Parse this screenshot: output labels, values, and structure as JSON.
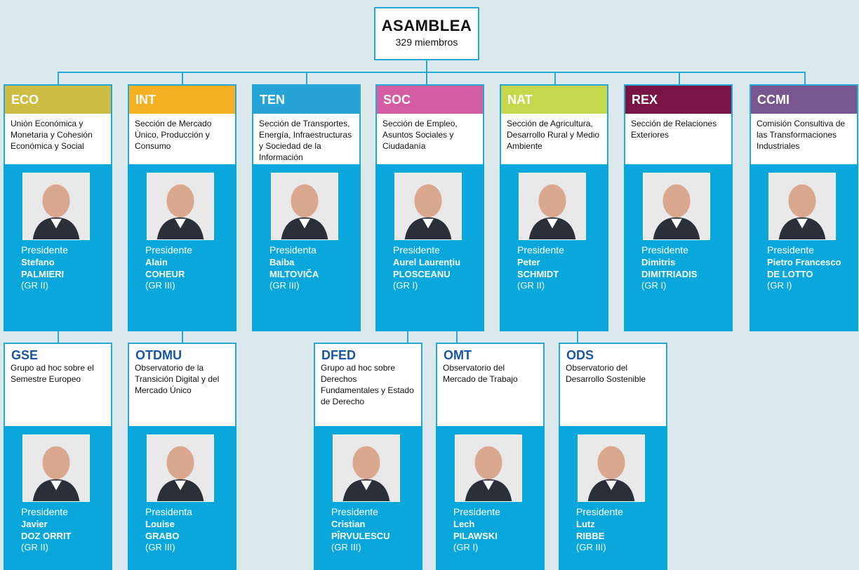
{
  "root": {
    "title": "ASAMBLEA",
    "subtitle": "329 miembros"
  },
  "sections": [
    {
      "code": "ECO",
      "color": "#cdbd45",
      "desc": "Unión Económica y Monetaria y Cohesión Económica y Social",
      "role": "Presidente",
      "name1": "Stefano",
      "name2": "PALMIERI",
      "group": "(GR II)"
    },
    {
      "code": "INT",
      "color": "#f6b023",
      "desc": "Sección de Mercado Único, Producción y Consumo",
      "role": "Presidente",
      "name1": "Alain",
      "name2": "COHEUR",
      "group": "(GR III)"
    },
    {
      "code": "TEN",
      "color": "#26a4d7",
      "desc": "Sección de Transportes, Energía, Infraestructuras y Sociedad de la Información",
      "role": "Presidenta",
      "name1": "Baiba",
      "name2": "MILTOVIČA",
      "group": "(GR III)"
    },
    {
      "code": "SOC",
      "color": "#d45ca2",
      "desc": "Sección de Empleo, Asuntos Sociales y Ciudadanía",
      "role": "Presidente",
      "name1": "Aurel Laurențiu",
      "name2": "PLOSCEANU",
      "group": "(GR I)"
    },
    {
      "code": "NAT",
      "color": "#c5d84c",
      "desc": "Sección de Agricultura, Desarrollo Rural y Medio Ambiente",
      "role": "Presidente",
      "name1": "Peter",
      "name2": "SCHMIDT",
      "group": "(GR II)"
    },
    {
      "code": "REX",
      "color": "#7b1446",
      "desc": "Sección de Relaciones Exteriores",
      "role": "Presidente",
      "name1": "Dimitris",
      "name2": "DIMITRIADIS",
      "group": "(GR I)"
    },
    {
      "code": "CCMI",
      "color": "#7a5690",
      "desc": "Comisión Consultiva de las Transformaciones Industriales",
      "role": "Presidente",
      "name1": "Pietro Francesco",
      "name2": "DE LOTTO",
      "group": "(GR I)"
    }
  ],
  "subgroups": [
    {
      "code": "GSE",
      "desc": "Grupo ad hoc sobre el Semestre Europeo",
      "role": "Presidente",
      "name1": "Javier",
      "name2": "DOZ ORRIT",
      "group": "(GR II)"
    },
    {
      "code": "OTDMU",
      "desc": "Observatorio de la Transición Digital y del Mercado Único",
      "role": "Presidenta",
      "name1": "Louise",
      "name2": "GRABO",
      "group": "(GR III)"
    },
    {
      "code": "DFED",
      "desc": "Grupo ad hoc sobre Derechos Fundamentales y Estado de Derecho",
      "role": "Presidente",
      "name1": "Cristian",
      "name2": "PÎRVULESCU",
      "group": "(GR III)"
    },
    {
      "code": "OMT",
      "desc": "Observatorio del Mercado de Trabajo",
      "role": "Presidente",
      "name1": "Lech",
      "name2": "PILAWSKI",
      "group": "(GR I)"
    },
    {
      "code": "ODS",
      "desc": "Observatorio del Desarrollo Sostenible",
      "role": "Presidente",
      "name1": "Lutz",
      "name2": "RIBBE",
      "group": "(GR III)"
    }
  ]
}
